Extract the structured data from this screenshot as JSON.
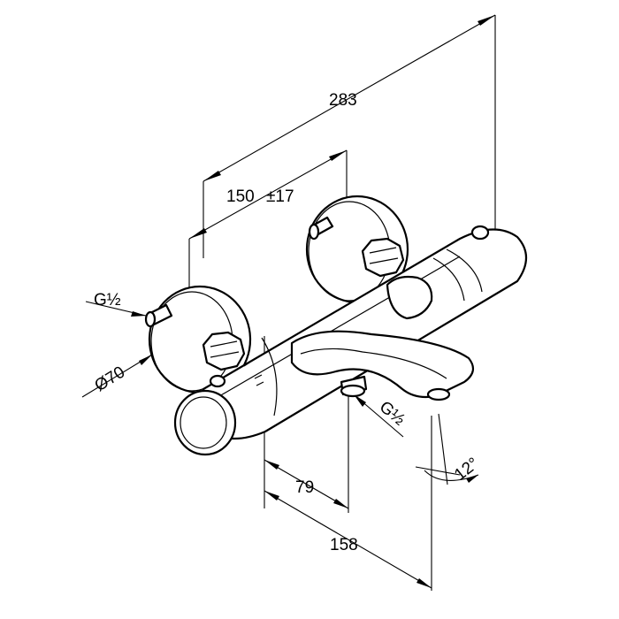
{
  "dimensions": {
    "overall_width": "283",
    "center_distance": "150",
    "center_tolerance": "±17",
    "inlet_thread": "G½",
    "outlet_thread": "G½",
    "rosette_diameter": "Ø70",
    "depth_to_spout_inlet": "79",
    "depth_to_spout_tip": "158",
    "spout_angle": "12°"
  },
  "colors": {
    "line": "#000000",
    "background": "#ffffff"
  }
}
